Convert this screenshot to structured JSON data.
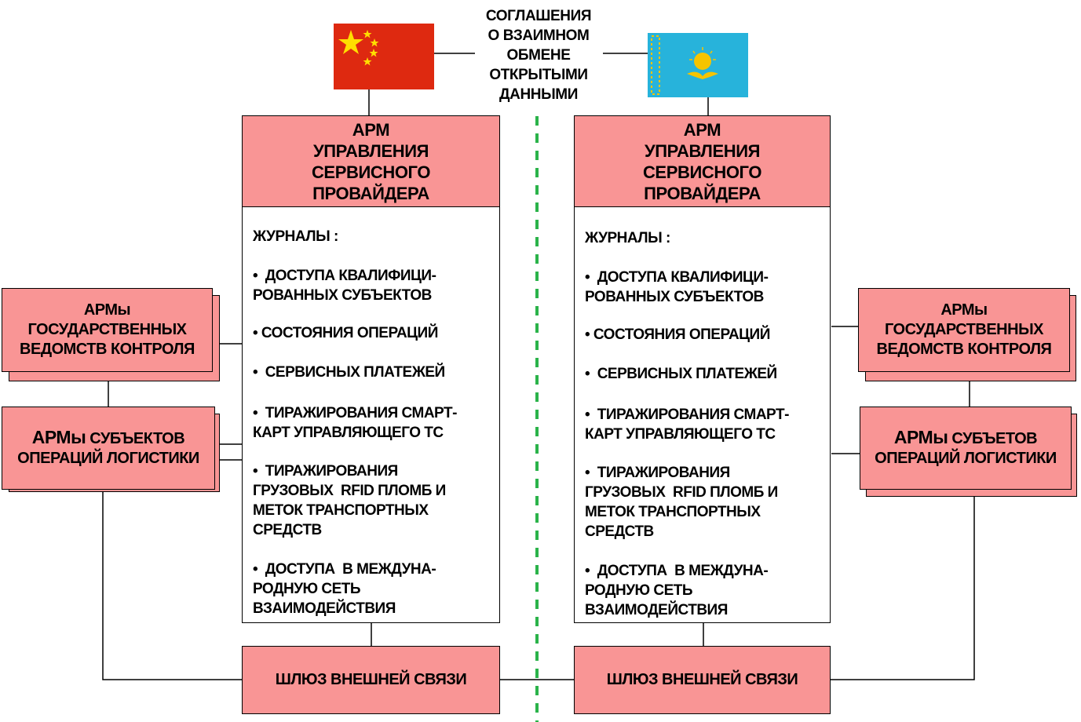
{
  "agreement": "СОГЛАШЕНИЯ\nО ВЗАИМНОМ\nОБМЕНЕ\nОТКРЫТЫМИ\nДАННЫМИ",
  "flags": {
    "china": {
      "name": "china-flag",
      "color": "#de2910",
      "star": "#ffde00"
    },
    "kazakhstan": {
      "name": "kazakhstan-flag",
      "color": "#27b3db",
      "emblem": "#f5c400"
    }
  },
  "colors": {
    "box_fill": "#f99595",
    "divider": "#2bb34a"
  },
  "left": {
    "header": "АРМ\nУПРАВЛЕНИЯ\nСЕРВИСНОГО\nПРОВАЙДЕРА",
    "journal_title": "ЖУРНАЛЫ :",
    "journal_items": [
      "•  ДОСТУПА КВАЛИФИЦИ-\nРОВАННЫХ СУБЪЕКТОВ",
      "• СОСТОЯНИЯ ОПЕРАЦИЙ",
      "•  СЕРВИСНЫХ ПЛАТЕЖЕЙ",
      "•  ТИРАЖИРОВАНИЯ СМАРТ-\nКАРТ УПРАВЛЯЮЩЕГО ТС",
      "•  ТИРАЖИРОВАНИЯ\nГРУЗОВЫХ  RFID ПЛОМБ И\nМЕТОК ТРАНСПОРТНЫХ\nСРЕДСТВ",
      "•  ДОСТУПА  В МЕЖДУНА-\nРОДНУЮ СЕТЬ\nВЗАИМОДЕЙСТВИЯ"
    ],
    "control": "АРМы\nГОСУДАРСТВЕННЫХ\nВЕДОМСТВ КОНТРОЛЯ",
    "logistics_bold": "АРМы",
    "logistics_rest": " СУБЪЕКТОВ\nОПЕРАЦИЙ ЛОГИСТИКИ",
    "gateway": "ШЛЮЗ ВНЕШНЕЙ СВЯЗИ"
  },
  "right": {
    "header": "АРМ\nУПРАВЛЕНИЯ\nСЕРВИСНОГО\nПРОВАЙДЕРА",
    "journal_title": "ЖУРНАЛЫ :",
    "journal_items": [
      "•  ДОСТУПА КВАЛИФИЦИ-\nРОВАННЫХ СУБЪЕКТОВ",
      "• СОСТОЯНИЯ ОПЕРАЦИЙ",
      "•  СЕРВИСНЫХ ПЛАТЕЖЕЙ",
      "•  ТИРАЖИРОВАНИЯ СМАРТ-\nКАРТ УПРАВЛЯЮЩЕГО ТС",
      "•  ТИРАЖИРОВАНИЯ\nГРУЗОВЫХ  RFID ПЛОМБ И\nМЕТОК ТРАНСПОРТНЫХ\nСРЕДСТВ",
      "•  ДОСТУПА  В МЕЖДУНА-\nРОДНУЮ СЕТЬ\nВЗАИМОДЕЙСТВИЯ"
    ],
    "control": "АРМы\nГОСУДАРСТВЕННЫХ\nВЕДОМСТВ КОНТРОЛЯ",
    "logistics_bold": "АРМы",
    "logistics_rest": "  СУБЪЕТОВ\nОПЕРАЦИЙ ЛОГИСТИКИ",
    "gateway": "ШЛЮЗ ВНЕШНЕЙ СВЯЗИ"
  }
}
